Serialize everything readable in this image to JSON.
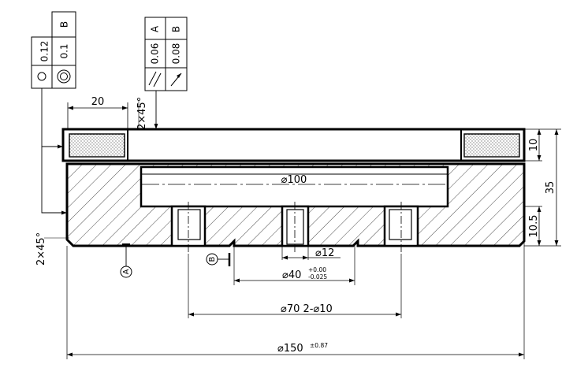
{
  "tolerance_frames": {
    "left": {
      "symbol_1": "roundness-symbol",
      "value_1": "0.12",
      "symbol_2": "concentricity-symbol",
      "value_2": "0.1",
      "datum_2": "B"
    },
    "right": {
      "symbol_1": "parallelism-symbol",
      "value_1": "0.06",
      "datum_1": "A",
      "symbol_2": "circular-runout-symbol",
      "value_2": "0.08",
      "datum_2": "B"
    }
  },
  "dimensions": {
    "flange_offset": "20",
    "chamfer_top": "2×45°",
    "chamfer_bottom": "2×45°",
    "bore_diameter": "⌀100",
    "hole_small": "⌀12",
    "boss_diameter": "⌀40",
    "boss_tol_upper": "+0.00",
    "boss_tol_lower": "-0.025",
    "bolt_circle": "⌀70  2-⌀10",
    "overall_diameter": "⌀150",
    "overall_tol": "±0.87",
    "flange_thickness": "10",
    "total_height": "35",
    "base_height": "10.5"
  },
  "datums": {
    "a": "A",
    "b": "B"
  }
}
